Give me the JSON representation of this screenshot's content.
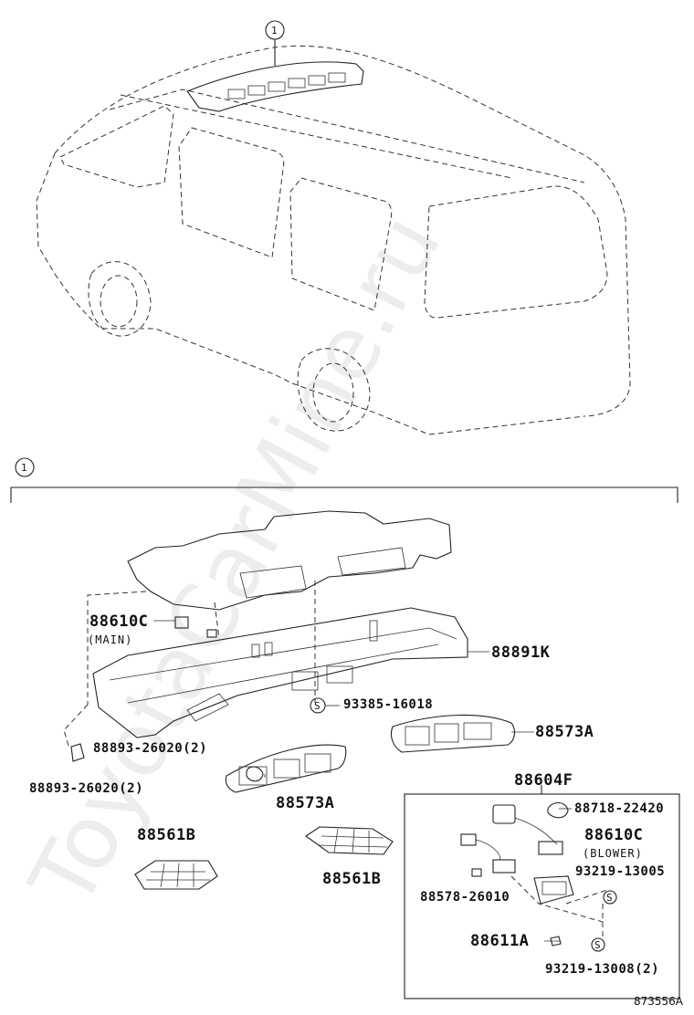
{
  "watermark": "ToyotaCarMine.ru",
  "callout_number": "1",
  "section_marker": "1",
  "parts": {
    "p88610c_main": "88610C",
    "p88610c_main_note": "(MAIN)",
    "p88891k": "88891K",
    "p93385": "93385-16018",
    "p88893_right": "88893-26020(2)",
    "p88893_left": "88893-26020(2)",
    "p88573a_right": "88573A",
    "p88573a_left": "88573A",
    "p88604f": "88604F",
    "p88561b_left": "88561B",
    "p88561b_right": "88561B",
    "p88718": "88718-22420",
    "p88610c_blower": "88610C",
    "p88610c_blower_note": "(BLOWER)",
    "p93219_13005": "93219-13005",
    "p88578": "88578-26010",
    "p88611a": "88611A",
    "p93219_13008": "93219-13008(2)"
  },
  "s_symbol": "S",
  "figure_code": "873556A"
}
